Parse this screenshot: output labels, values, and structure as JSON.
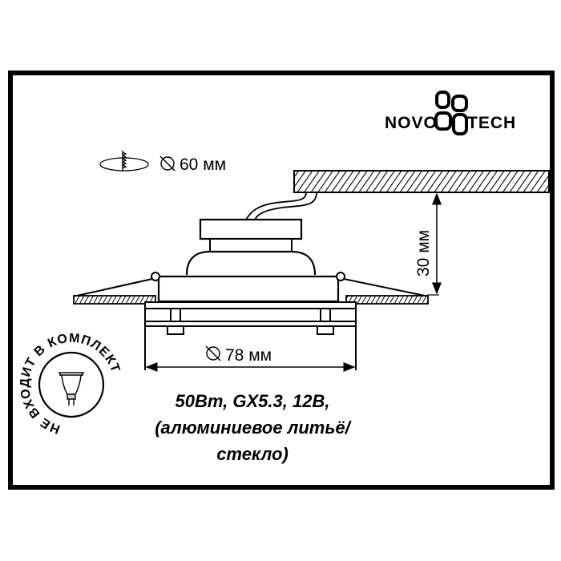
{
  "brand": {
    "logo_text_left": "NOVO",
    "logo_text_right": "TECH",
    "logo_icon": "four-rounded-squares-logo-icon"
  },
  "cutout": {
    "icon": "ceiling-cutout-icon",
    "diameter_symbol": "⌀",
    "label": "60 мм"
  },
  "dimensions": {
    "height_label": "30 мм",
    "width_label": "78 мм",
    "diameter_symbol": "⌀"
  },
  "badge": {
    "text": "НЕ ВХОДИТ В КОМПЛЕКТ",
    "icon": "mr16-lamp-icon"
  },
  "specs": {
    "line1": "50Вт, GX5.3, 12В,",
    "line2": "(алюминиевое литьё/",
    "line3": "стекло)"
  },
  "colors": {
    "ink": "#000000",
    "background": "#ffffff"
  }
}
